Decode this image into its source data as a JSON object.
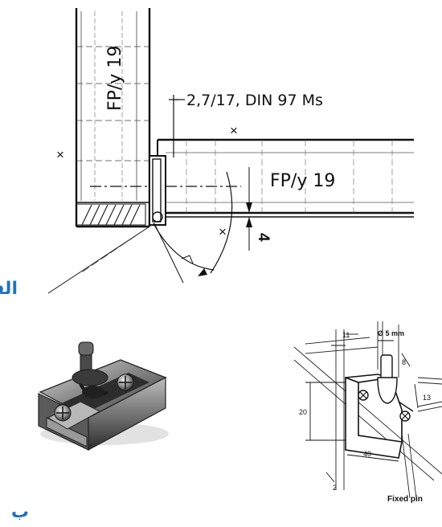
{
  "top_drawing": {
    "vertical_board_label": "FP/y 19",
    "horizontal_board_label": "FP/y 19",
    "screw_spec": "2,7/17, DIN 97 Ms",
    "x_marks": [
      "×",
      "×",
      "×"
    ],
    "thickness_label": "4"
  },
  "section_labels": {
    "a": "الف",
    "b": "ب"
  },
  "bottom_right_drawing": {
    "diameter_label": "Ø 5 mm",
    "dim_11": "11",
    "dim_8": "8",
    "dim_20": "20",
    "dim_13": "13",
    "dim_40": "40",
    "dim_2": "2",
    "fixed_pin_label": "Fixed pin"
  },
  "colors": {
    "ink": "#111111",
    "label_blue": "#1e73be",
    "metal_dark": "#3a3a3a",
    "metal_mid": "#7a7a7a",
    "metal_light": "#c8c8c8"
  }
}
